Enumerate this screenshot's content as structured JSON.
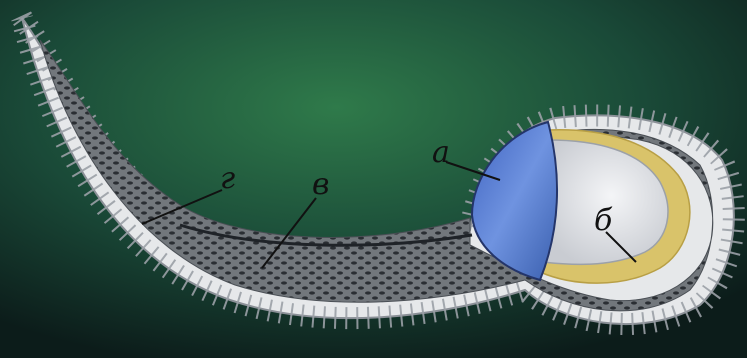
{
  "colors": {
    "background_center": "#2f7a4a",
    "background_edge": "#0c1c1a",
    "cell_fill": "#e6e8ea",
    "cell_outline": "#8b9097",
    "tissue_fill": "#6f7478",
    "tissue_dots": "#2a2e33",
    "blue_part": "#5b82d6",
    "white_part": "#e8eaee",
    "yellow_lining": "#d9c36a",
    "label_color": "#111111"
  },
  "labels": {
    "a": "а",
    "b": "б",
    "v": "в",
    "g": "г"
  },
  "icons": [
    "label-leader-line",
    "epithelial-cell"
  ]
}
